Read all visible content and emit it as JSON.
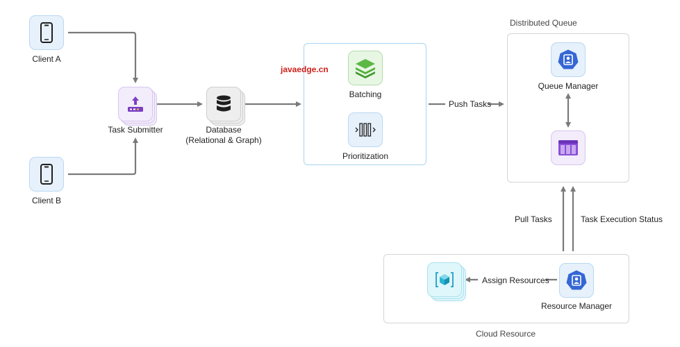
{
  "watermark": "javaedge.cn",
  "nodes": {
    "client_a": "Client A",
    "client_b": "Client B",
    "task_submitter": "Task Submitter",
    "database_line1": "Database",
    "database_line2": "(Relational & Graph)",
    "batching": "Batching",
    "prioritization": "Prioritization",
    "queue_manager": "Queue Manager",
    "resource_manager": "Resource Manager"
  },
  "groups": {
    "distributed_queue": "Distributed Queue",
    "cloud_resource": "Cloud Resource"
  },
  "edges": {
    "push_tasks": "Push Tasks",
    "pull_tasks": "Pull Tasks",
    "task_execution_status": "Task Execution Status",
    "assign_resources": "Assign Resources"
  },
  "colors": {
    "arrow": "#7a7a7a",
    "client_icon": "#1f1f1f",
    "submitter_accent": "#7b3fc4",
    "batching_green": "#4caf35",
    "queue_manager_blue": "#3566d4",
    "queue_store_purple": "#8a4fd6",
    "resource_cyan": "#2ab4d4",
    "watermark": "#d0201a"
  }
}
